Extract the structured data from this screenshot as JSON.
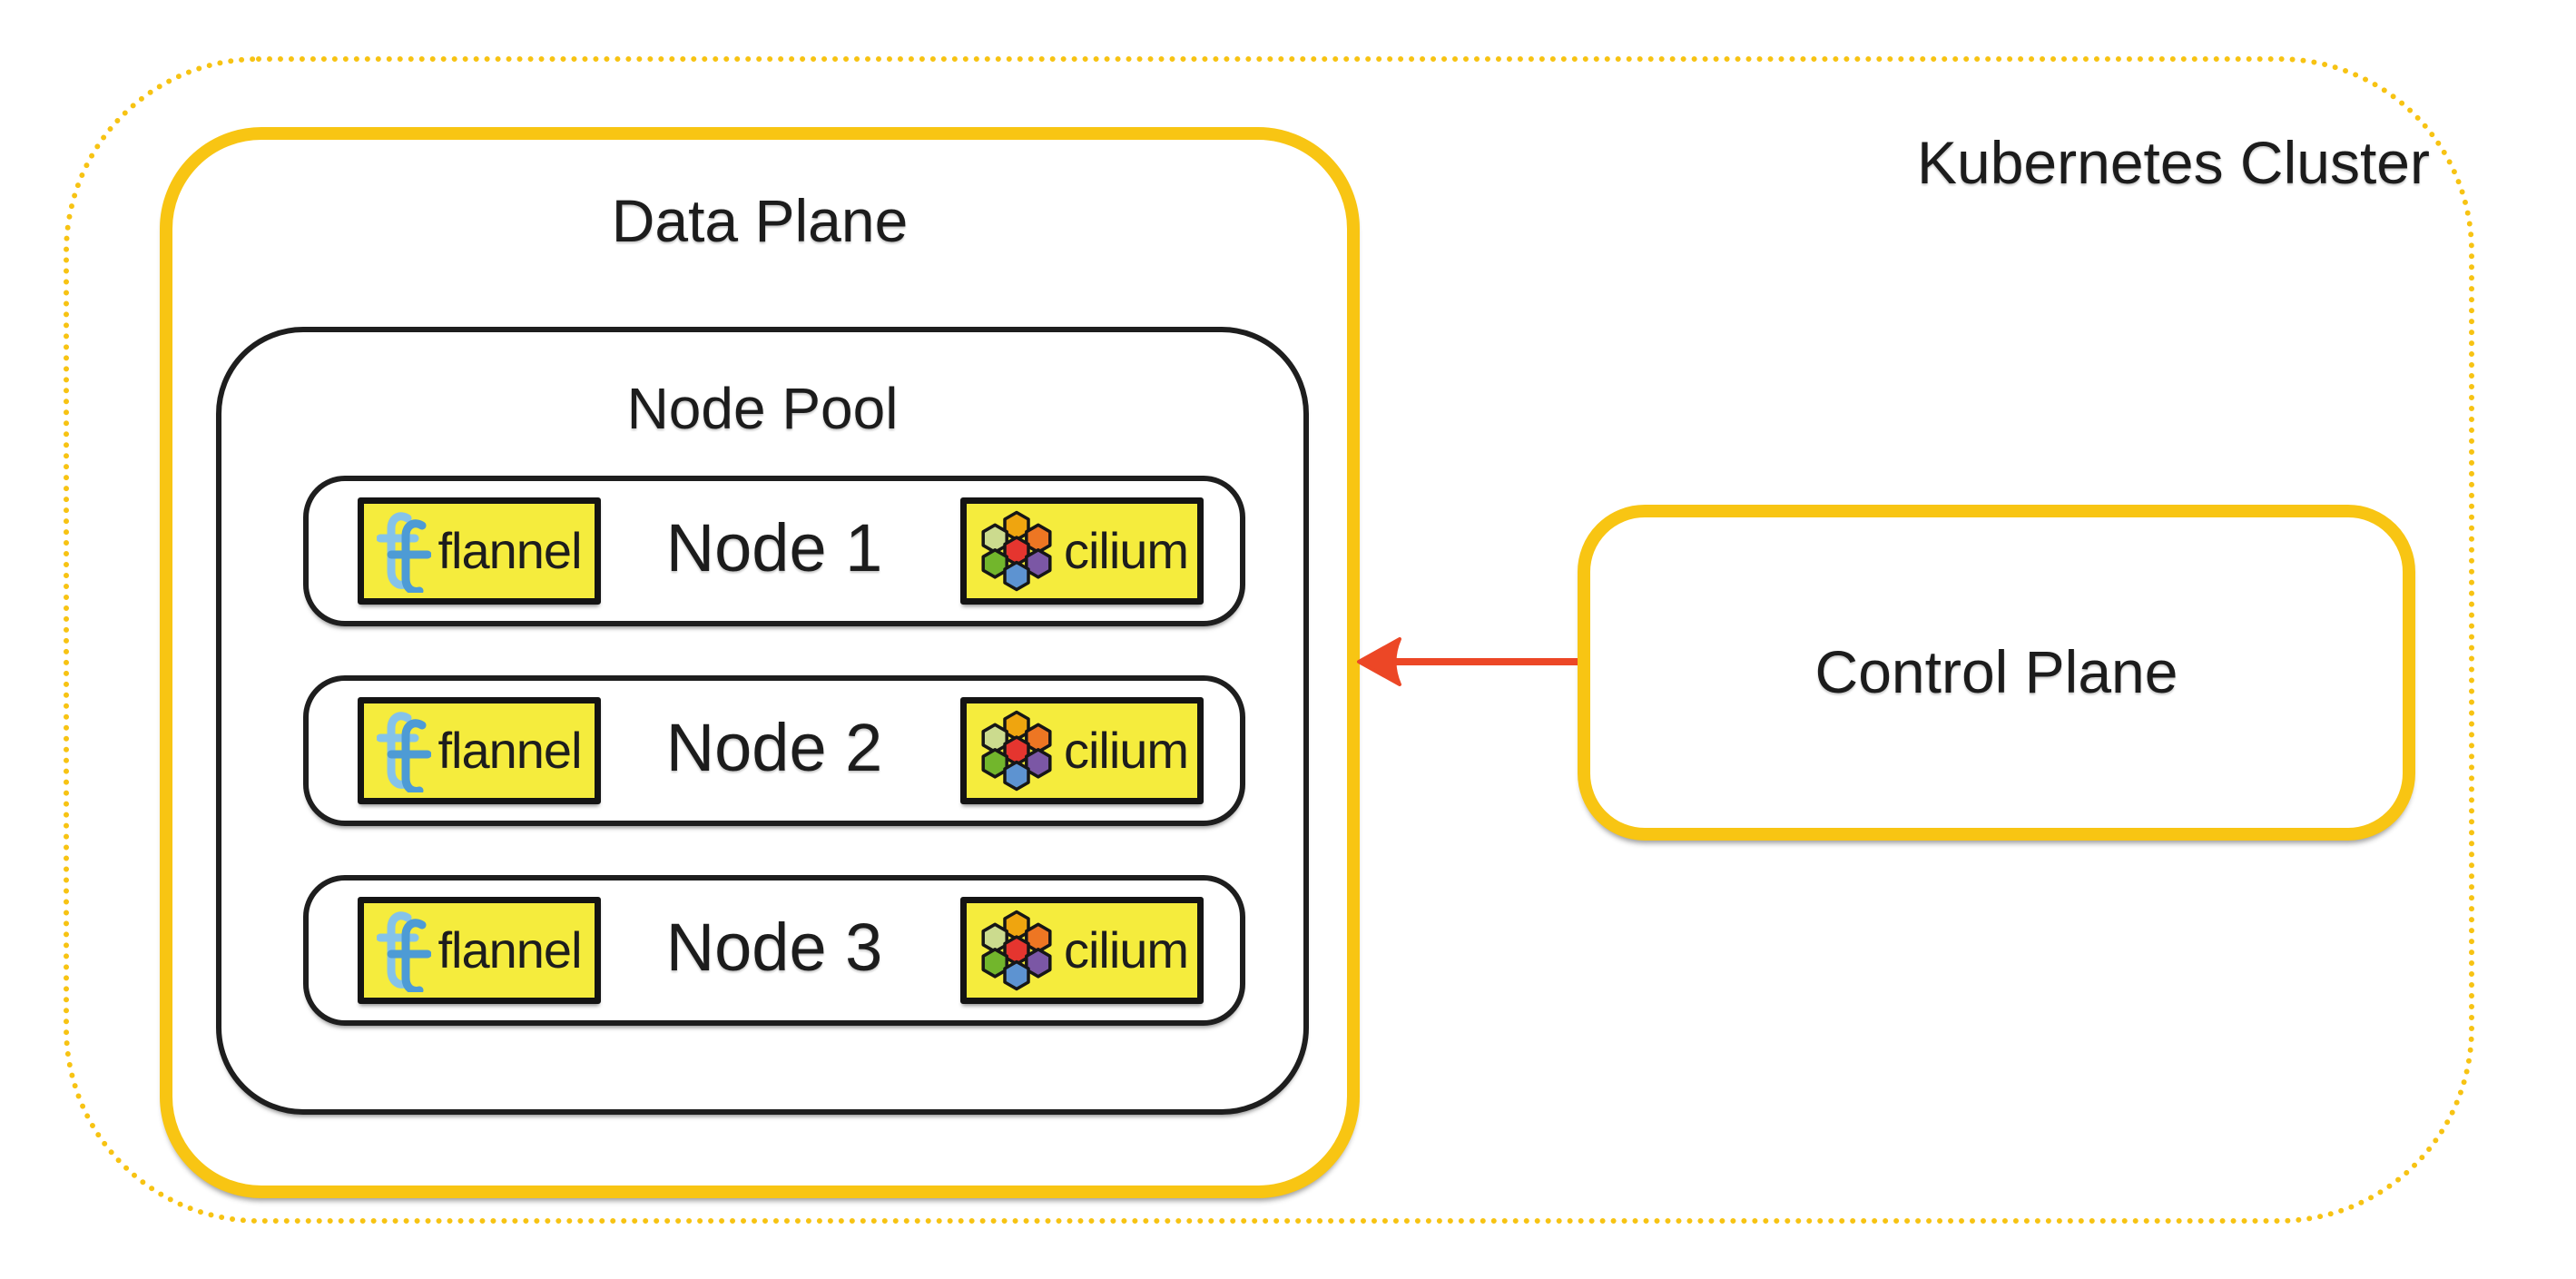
{
  "diagram": {
    "title": "Kubernetes Cluster",
    "data_plane": {
      "label": "Data Plane"
    },
    "node_pool": {
      "label": "Node Pool",
      "nodes": [
        {
          "label": "Node 1",
          "cni_left": "flannel",
          "cni_right": "cilium"
        },
        {
          "label": "Node 2",
          "cni_left": "flannel",
          "cni_right": "cilium"
        },
        {
          "label": "Node 3",
          "cni_left": "flannel",
          "cni_right": "cilium"
        }
      ]
    },
    "control_plane": {
      "label": "Control Plane"
    },
    "connection": {
      "from": "Control Plane",
      "to": "Data Plane",
      "style": "red-arrow"
    },
    "colors": {
      "cluster_border_yellow": "#F8C513",
      "badge_yellow": "#F5EC3D",
      "arrow_red": "#EC4726",
      "line_black": "#1E1E1E",
      "flannel_blue_light": "#85C3E9",
      "flannel_blue_dark": "#4D9BD5",
      "cilium_hex_top": "#EFA50F",
      "cilium_hex_upper_right": "#ED7623",
      "cilium_hex_lower_right": "#7B57A5",
      "cilium_hex_bottom": "#5D93D1",
      "cilium_hex_lower_left": "#72B62C",
      "cilium_hex_upper_left": "#CCDB8E",
      "cilium_hex_center": "#E5352F"
    }
  }
}
